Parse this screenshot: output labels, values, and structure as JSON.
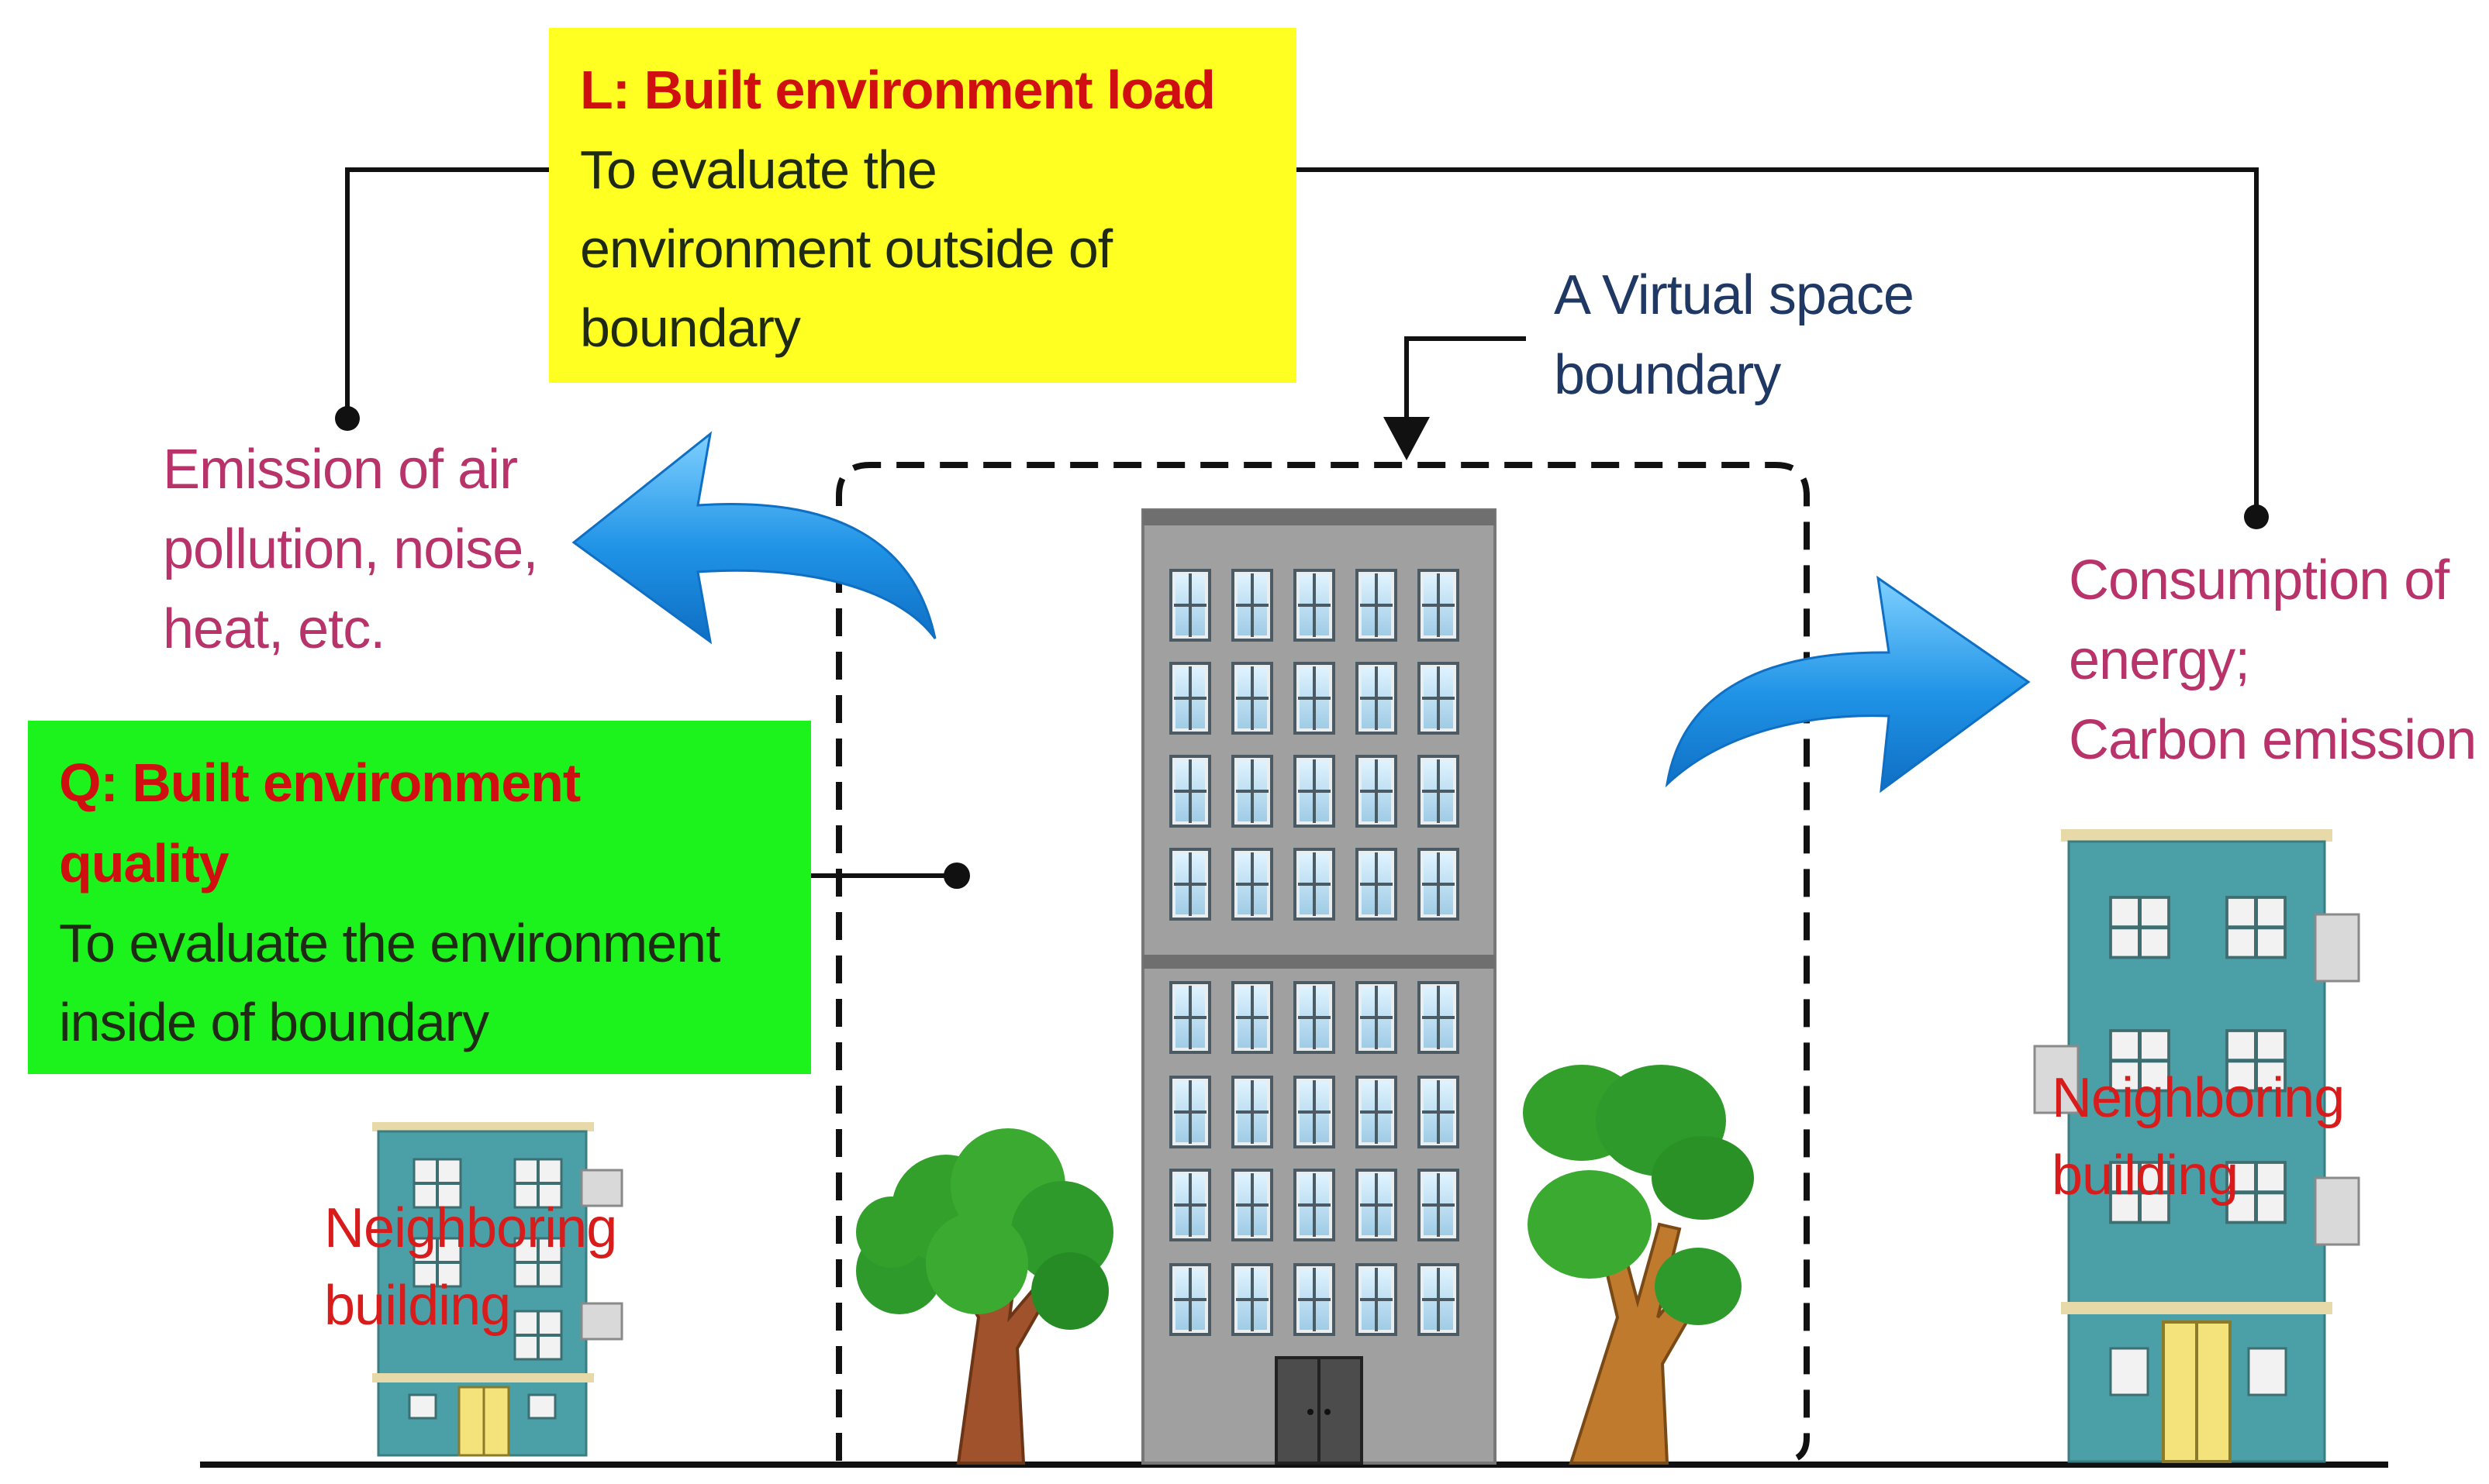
{
  "colors": {
    "load_box_fill": "#ffff22",
    "quality_box_fill": "#1cf21c",
    "title_red": "#d01010",
    "body_dark": "#1e2a14",
    "emission_text": "#b8336a",
    "boundary_text": "#1f3864",
    "neighbor_text": "#d81c1c",
    "arrow_blue": "#1a8fe3",
    "building_gray": "#9a9a9a",
    "neighbor_teal": "#4aa0a6",
    "tree_green": "#33a02c",
    "trunk_brown": "#a0522d"
  },
  "load_box": {
    "title": "L: Built environment load",
    "body": "To evaluate  the\nenvironment outside of\nboundary"
  },
  "quality_box": {
    "title": "Q: Built environment\nquality",
    "body": "To evaluate  the environment\ninside of  boundary"
  },
  "labels": {
    "emission": "Emission  of air\npollution,  noise,\nheat, etc.",
    "consumption": "Consumption of\nenergy;\nCarbon emission",
    "boundary": "A Virtual  space\nboundary",
    "neighbor_left": "Neighboring\nbuilding",
    "neighbor_right": "Neighboring\nbuilding"
  },
  "icons": {
    "arrow_left": "curved-arrow-left-icon",
    "arrow_right": "curved-arrow-right-icon",
    "main_building": "office-building-icon",
    "neighbor_building": "apartment-building-icon",
    "tree": "tree-icon"
  }
}
